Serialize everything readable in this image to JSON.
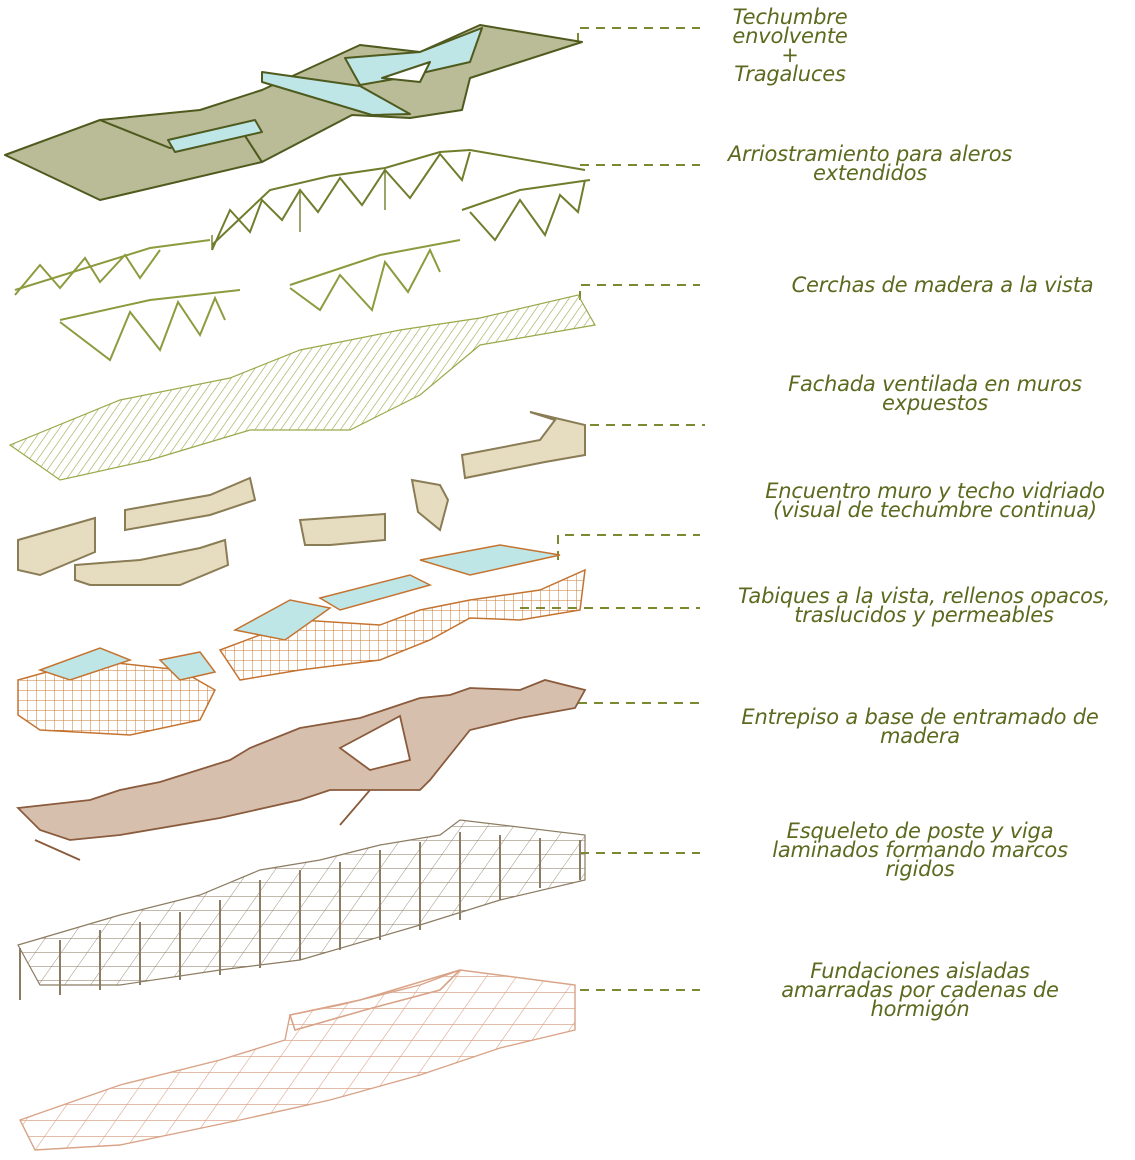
{
  "layers": [
    {
      "id": "roof",
      "lines": [
        "Techumbre envolvente",
        "+",
        "Tragaluces"
      ],
      "color": "#b9bc96"
    },
    {
      "id": "bracing",
      "lines": [
        "Arriostramiento para aleros",
        "extendidos"
      ],
      "color": "#8e9a3e"
    },
    {
      "id": "trusses",
      "lines": [
        "Cerchas de madera a la vista"
      ],
      "color": "#8e9a3e"
    },
    {
      "id": "facade",
      "lines": [
        "Fachada ventilada en muros",
        "expuestos"
      ],
      "color": "#c4bd8e"
    },
    {
      "id": "wall-roof",
      "lines": [
        "Encuentro muro y techo vidriado",
        "(visual de techumbre continua)"
      ],
      "color": "#e6dcc0"
    },
    {
      "id": "partitions",
      "lines": [
        "Tabiques a la vista, rellenos opacos,",
        "traslucidos y permeables"
      ],
      "color": "#c97d3a"
    },
    {
      "id": "mezzanine",
      "lines": [
        "Entrepiso a base de entramado de",
        "madera"
      ],
      "color": "#d7bfae"
    },
    {
      "id": "frame",
      "lines": [
        "Esqueleto de poste y viga",
        "laminados formando marcos",
        "rigidos"
      ],
      "color": "#8c7c62"
    },
    {
      "id": "foundations",
      "lines": [
        "Fundaciones aisladas",
        "amarradas por cadenas de",
        "hormigón"
      ],
      "color": "#d7a184"
    }
  ],
  "colors": {
    "label": "#5b6a1f",
    "leader": "#7a8a2e",
    "skylight": "#bfe6e6"
  }
}
